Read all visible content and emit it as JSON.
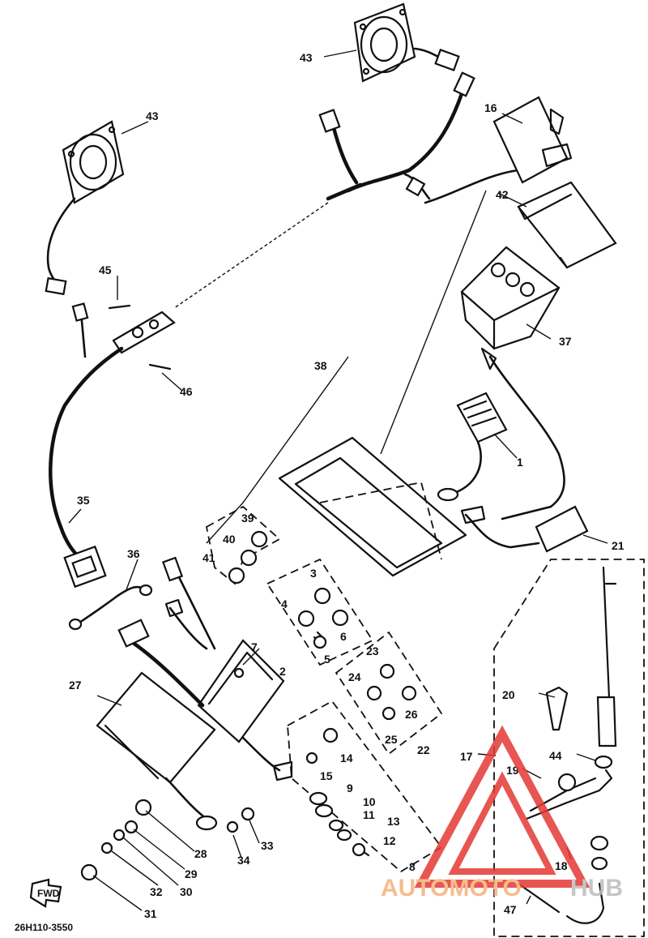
{
  "diagram": {
    "part_number": "26H110-3550",
    "fwd_label": "FWD",
    "watermark": {
      "text_a": "AUTOMOTO",
      "text_b": "HUB",
      "colors": {
        "a": "#f4b27a",
        "b": "#bdbdbd",
        "logo": "#e53935"
      }
    },
    "callouts": {
      "c1": "1",
      "c2": "2",
      "c3": "3",
      "c4": "4",
      "c5": "5",
      "c6": "6",
      "c7": "7",
      "c8": "8",
      "c9": "9",
      "c10": "10",
      "c11": "11",
      "c12": "12",
      "c13": "13",
      "c14": "14",
      "c15": "15",
      "c16": "16",
      "c17": "17",
      "c18": "18",
      "c19": "19",
      "c20": "20",
      "c21": "21",
      "c22": "22",
      "c23": "23",
      "c24": "24",
      "c25": "25",
      "c26": "26",
      "c27": "27",
      "c28": "28",
      "c29": "29",
      "c30": "30",
      "c31": "31",
      "c32": "32",
      "c33": "33",
      "c34": "34",
      "c35": "35",
      "c36": "36",
      "c37": "37",
      "c38": "38",
      "c39": "39",
      "c40": "40",
      "c41": "41",
      "c42": "42",
      "c43a": "43",
      "c43b": "43",
      "c44": "44",
      "c45": "45",
      "c46": "46",
      "c47": "47"
    }
  }
}
